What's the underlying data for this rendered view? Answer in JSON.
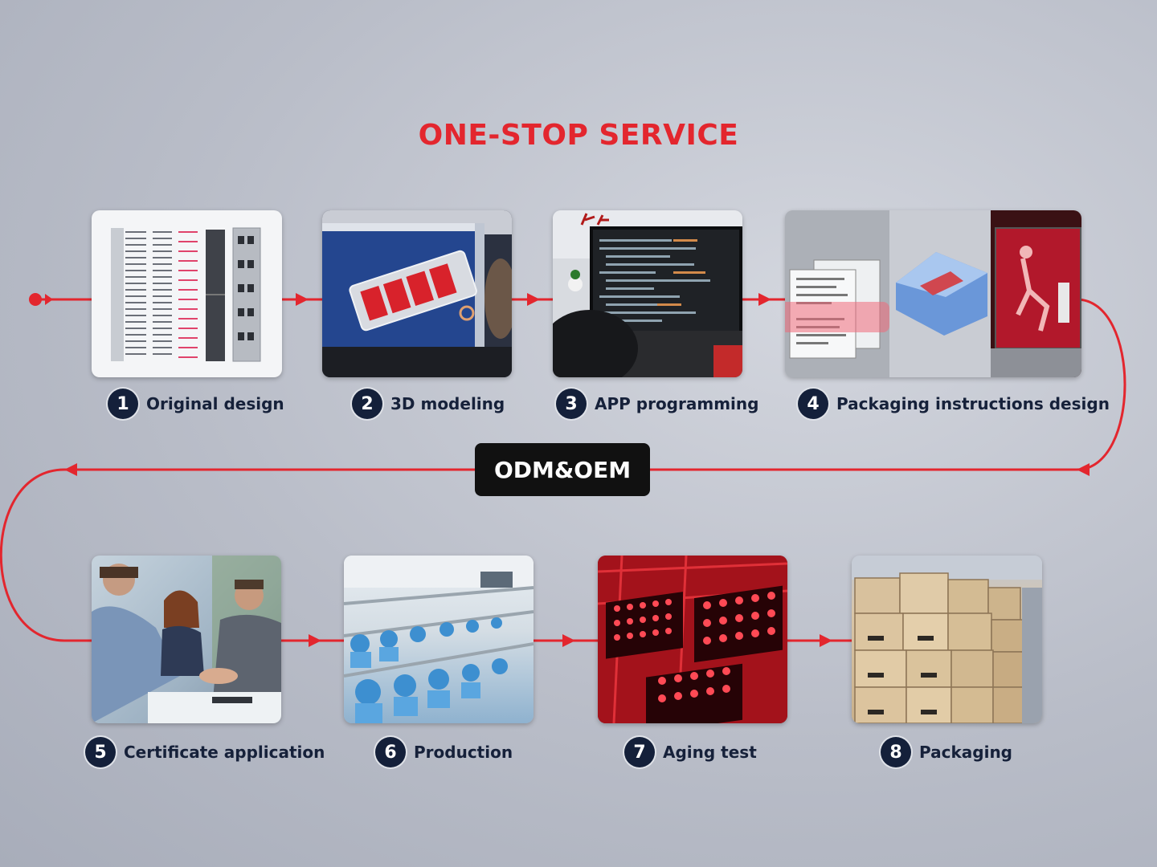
{
  "title": "ONE-STOP SERVICE",
  "badge": "ODM&OEM",
  "steps": [
    {
      "num": "1",
      "label": "Original design"
    },
    {
      "num": "2",
      "label": "3D modeling"
    },
    {
      "num": "3",
      "label": "APP programming"
    },
    {
      "num": "4",
      "label": "Packaging instructions design"
    },
    {
      "num": "5",
      "label": "Certificate application"
    },
    {
      "num": "6",
      "label": "Production"
    },
    {
      "num": "7",
      "label": "Aging test"
    },
    {
      "num": "8",
      "label": "Packaging"
    }
  ],
  "colors": {
    "accent": "#e3262e",
    "dark": "#14203a"
  }
}
